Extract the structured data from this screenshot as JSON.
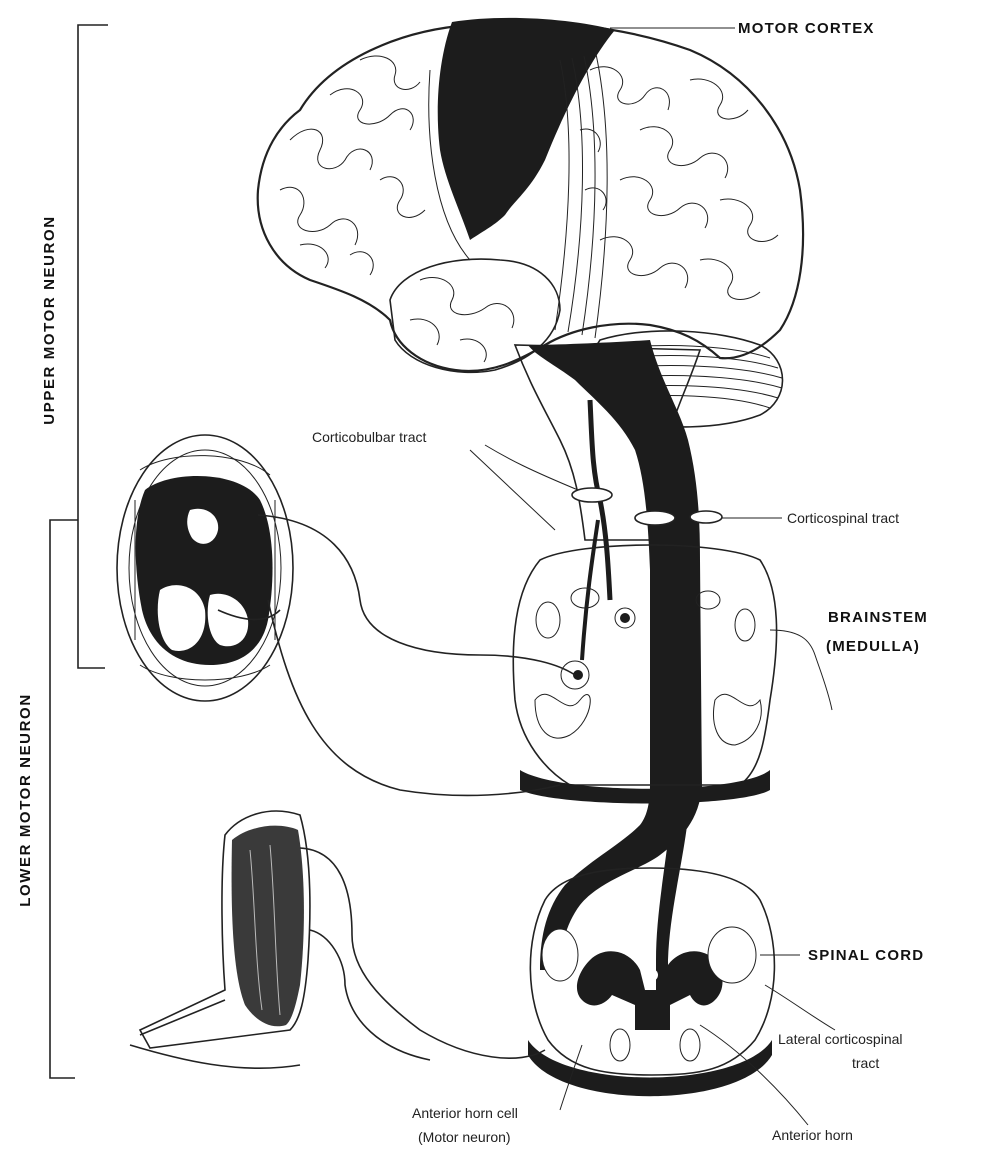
{
  "labels": {
    "motor_cortex": "MOTOR CORTEX",
    "brainstem_line1": "BRAINSTEM",
    "brainstem_line2": "(MEDULLA)",
    "spinal_cord": "SPINAL CORD",
    "corticobulbar": "Corticobulbar tract",
    "corticospinal": "Corticospinal tract",
    "lateral_line1": "Lateral corticospinal",
    "lateral_line2": "tract",
    "anterior_horn_cell_line1": "Anterior horn cell",
    "anterior_horn_cell_line2": "(Motor neuron)",
    "anterior_horn": "Anterior horn"
  },
  "side_labels": {
    "upper": "UPPER MOTOR NEURON",
    "lower": "LOWER MOTOR NEURON"
  },
  "colors": {
    "tract": "#1c1c1c",
    "outline": "#222222",
    "paper": "#ffffff"
  }
}
